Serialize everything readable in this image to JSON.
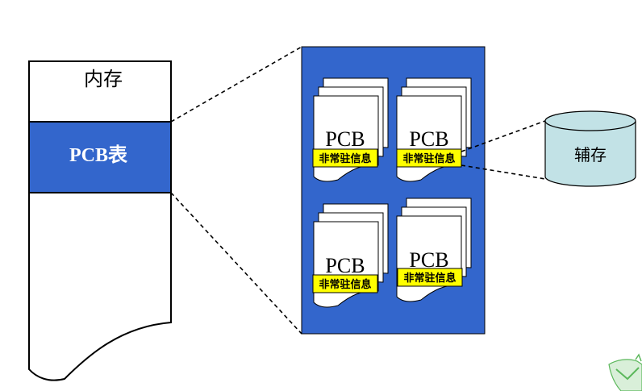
{
  "memory": {
    "title": "内存",
    "pcb_table_label": "PCB表"
  },
  "pcb_group": {
    "cards": [
      {
        "label": "PCB",
        "tag": "非常驻信息"
      },
      {
        "label": "PCB",
        "tag": "非常驻信息"
      },
      {
        "label": "PCB",
        "tag": "非常驻信息"
      },
      {
        "label": "PCB",
        "tag": "非常驻信息"
      }
    ]
  },
  "storage": {
    "label": "辅存"
  },
  "colors": {
    "pcb_blue": "#3366cc",
    "tag_yellow": "#ffff00",
    "cylinder_fill": "#c2e2e6",
    "logo_green": "#5cb85c"
  }
}
